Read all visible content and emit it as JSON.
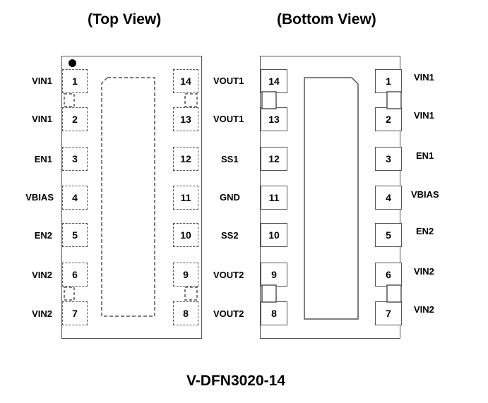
{
  "titles": {
    "top_view": "(Top View)",
    "bottom_view": "(Bottom View)",
    "package": "V-DFN3020-14"
  },
  "pins": {
    "p1": {
      "num": "1",
      "name": "VIN1"
    },
    "p2": {
      "num": "2",
      "name": "VIN1"
    },
    "p3": {
      "num": "3",
      "name": "EN1"
    },
    "p4": {
      "num": "4",
      "name": "VBIAS"
    },
    "p5": {
      "num": "5",
      "name": "EN2"
    },
    "p6": {
      "num": "6",
      "name": "VIN2"
    },
    "p7": {
      "num": "7",
      "name": "VIN2"
    },
    "p8": {
      "num": "8",
      "name": "VOUT2"
    },
    "p9": {
      "num": "9",
      "name": "VOUT2"
    },
    "p10": {
      "num": "10",
      "name": "SS2"
    },
    "p11": {
      "num": "11",
      "name": "GND"
    },
    "p12": {
      "num": "12",
      "name": "SS1"
    },
    "p13": {
      "num": "13",
      "name": "VOUT1"
    },
    "p14": {
      "num": "14",
      "name": "VOUT1"
    }
  }
}
